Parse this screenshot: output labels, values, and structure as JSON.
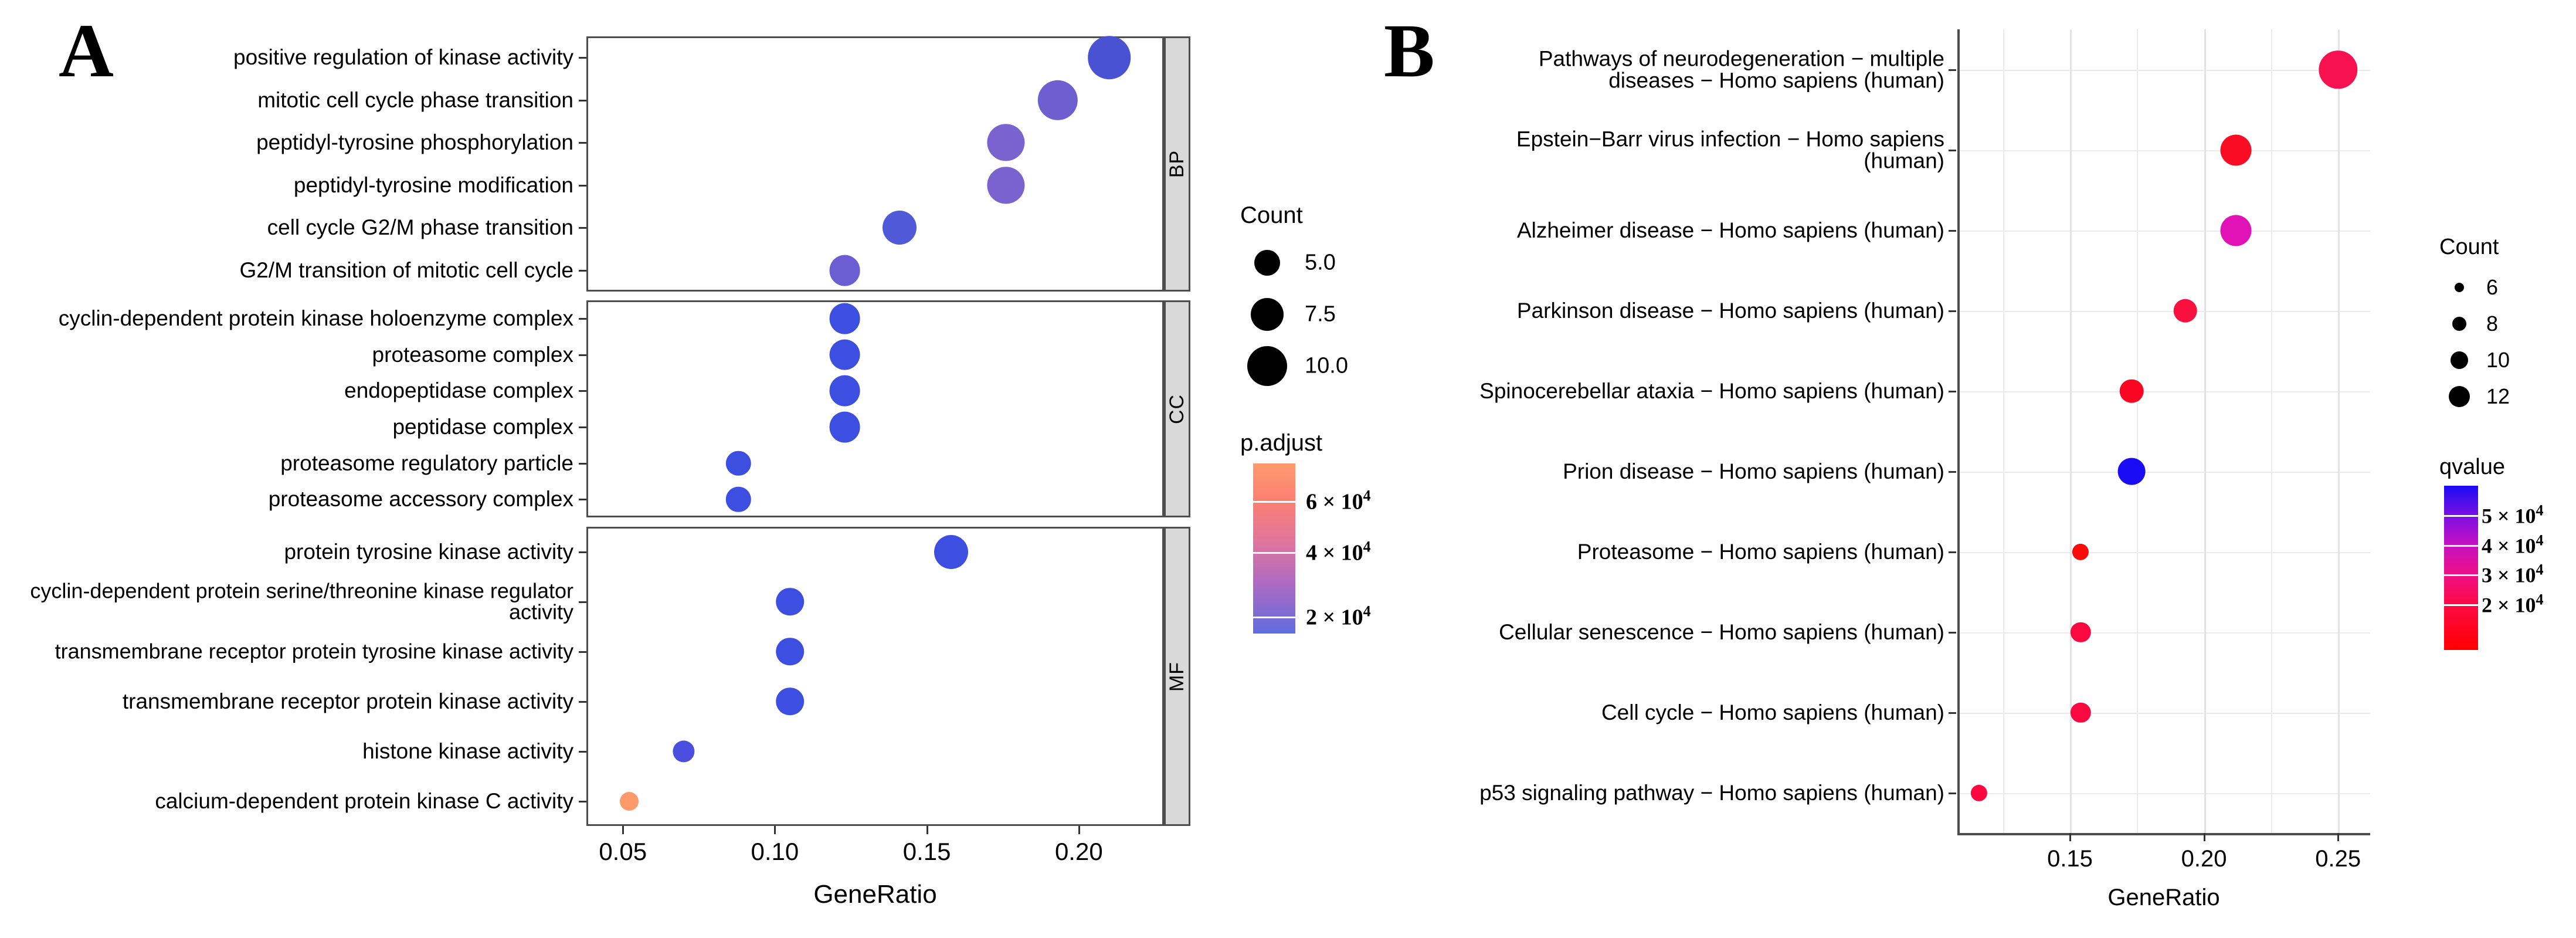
{
  "figure": {
    "panels": [
      {
        "letter": "A",
        "type": "go-enrichment-dotplot"
      },
      {
        "letter": "B",
        "type": "kegg-enrichment-dotplot"
      }
    ]
  },
  "panelA": {
    "letter": "A",
    "xlabel": "GeneRatio",
    "xticks": [
      "0.05",
      "0.10",
      "0.15",
      "0.20"
    ],
    "xtick_values": [
      0.05,
      0.1,
      0.15,
      0.2
    ],
    "xlim": [
      0.038,
      0.228
    ],
    "facets": [
      {
        "name": "BP",
        "strip_label": "BP"
      },
      {
        "name": "CC",
        "strip_label": "CC"
      },
      {
        "name": "MF",
        "strip_label": "MF"
      }
    ],
    "legends": {
      "size": {
        "title": "Count",
        "entries": [
          {
            "label": "5.0",
            "value": 5.0,
            "radius": 22
          },
          {
            "label": "7.5",
            "value": 7.5,
            "radius": 28
          },
          {
            "label": "10.0",
            "value": 10.0,
            "radius": 34
          }
        ]
      },
      "color": {
        "title": "p.adjust",
        "ticks": [
          {
            "mantissa": "6",
            "exponent": "4",
            "value": 60000
          },
          {
            "mantissa": "4",
            "exponent": "4",
            "value": 40000
          },
          {
            "mantissa": "2",
            "exponent": "4",
            "value": 20000
          }
        ],
        "gradient_high": "#fd9668",
        "gradient_mid": "#c униcs",
        "gradient_low": "#5c6fe0"
      }
    }
  },
  "panelB": {
    "letter": "B",
    "xlabel": "GeneRatio",
    "xticks": [
      "0.15",
      "0.20",
      "0.25"
    ],
    "xtick_values": [
      0.15,
      0.2,
      0.25
    ],
    "xlim": [
      0.108,
      0.262
    ],
    "legends": {
      "size": {
        "title": "Count",
        "entries": [
          {
            "label": "6",
            "value": 6,
            "radius": 16
          },
          {
            "label": "8",
            "value": 8,
            "radius": 24
          },
          {
            "label": "10",
            "value": 10,
            "radius": 30
          },
          {
            "label": "12",
            "value": 12,
            "radius": 36
          }
        ]
      },
      "color": {
        "title": "qvalue",
        "ticks": [
          {
            "mantissa": "5",
            "exponent": "4",
            "value": 50000
          },
          {
            "mantissa": "4",
            "exponent": "4",
            "value": 40000
          },
          {
            "mantissa": "3",
            "exponent": "4",
            "value": 30000
          },
          {
            "mantissa": "2",
            "exponent": "4",
            "value": 20000
          }
        ],
        "gradient_high": "#1a0cf5",
        "gradient_mid": "#e3119f",
        "gradient_low": "#ff0000"
      }
    }
  },
  "chart_data": [
    {
      "type": "scatter",
      "panel": "A",
      "title": "",
      "xlabel": "GeneRatio",
      "ylabel": "",
      "xlim": [
        0.038,
        0.228
      ],
      "grid": false,
      "legend_position": "right",
      "size_legend": "Count",
      "color_legend": "p.adjust",
      "facets": [
        "BP",
        "CC",
        "MF"
      ],
      "points": [
        {
          "facet": "BP",
          "label": "positive regulation of kinase activity",
          "x": 0.21,
          "count": 10.0,
          "color": "#4a52d4"
        },
        {
          "facet": "BP",
          "label": "mitotic cell cycle phase transition",
          "x": 0.193,
          "count": 9.0,
          "color": "#6e5fd0"
        },
        {
          "facet": "BP",
          "label": "peptidyl-tyrosine phosphorylation",
          "x": 0.176,
          "count": 8.0,
          "color": "#7a63cf"
        },
        {
          "facet": "BP",
          "label": "peptidyl-tyrosine modification",
          "x": 0.176,
          "count": 8.0,
          "color": "#7a63cf"
        },
        {
          "facet": "BP",
          "label": "cell cycle G2/M phase transition",
          "x": 0.141,
          "count": 7.0,
          "color": "#5059d6"
        },
        {
          "facet": "BP",
          "label": "G2/M transition of mitotic cell cycle",
          "x": 0.123,
          "count": 6.0,
          "color": "#6a5ed2"
        },
        {
          "facet": "CC",
          "label": "cyclin-dependent protein kinase holoenzyme complex",
          "x": 0.123,
          "count": 6.0,
          "color": "#3d4fe0"
        },
        {
          "facet": "CC",
          "label": "proteasome complex",
          "x": 0.123,
          "count": 6.0,
          "color": "#3d4fe0"
        },
        {
          "facet": "CC",
          "label": "endopeptidase complex",
          "x": 0.123,
          "count": 6.0,
          "color": "#3d4fe0"
        },
        {
          "facet": "CC",
          "label": "peptidase complex",
          "x": 0.123,
          "count": 6.0,
          "color": "#3d4fe0"
        },
        {
          "facet": "CC",
          "label": "proteasome regulatory particle",
          "x": 0.088,
          "count": 4.0,
          "color": "#3d4fe0"
        },
        {
          "facet": "CC",
          "label": "proteasome accessory complex",
          "x": 0.088,
          "count": 4.0,
          "color": "#3d4fe0"
        },
        {
          "facet": "MF",
          "label": "protein tyrosine kinase activity",
          "x": 0.158,
          "count": 7.0,
          "color": "#3d4fe0"
        },
        {
          "facet": "MF",
          "label": "cyclin-dependent protein serine/threonine kinase regulator activity",
          "x": 0.105,
          "count": 5.0,
          "color": "#3d4fe0"
        },
        {
          "facet": "MF",
          "label": "transmembrane receptor protein tyrosine kinase activity",
          "x": 0.105,
          "count": 5.0,
          "color": "#3d4fe0"
        },
        {
          "facet": "MF",
          "label": "transmembrane receptor protein kinase activity",
          "x": 0.105,
          "count": 5.0,
          "color": "#3d4fe0"
        },
        {
          "facet": "MF",
          "label": "histone kinase activity",
          "x": 0.07,
          "count": 3.0,
          "color": "#4a4fdd"
        },
        {
          "facet": "MF",
          "label": "calcium-dependent protein kinase C activity",
          "x": 0.052,
          "count": 2.0,
          "color": "#fd9a6c"
        }
      ]
    },
    {
      "type": "scatter",
      "panel": "B",
      "title": "",
      "xlabel": "GeneRatio",
      "ylabel": "",
      "xlim": [
        0.108,
        0.262
      ],
      "grid": true,
      "legend_position": "right",
      "size_legend": "Count",
      "color_legend": "qvalue",
      "points": [
        {
          "label": "Pathways of neurodegeneration - multiple diseases - Homo sapiens (human)",
          "x": 0.25,
          "count": 12,
          "color": "#f71150",
          "qvalue": 21000
        },
        {
          "label": "Epstein-Barr virus infection - Homo sapiens (human)",
          "x": 0.212,
          "count": 10,
          "color": "#fa0c22",
          "qvalue": 20500
        },
        {
          "label": "Alzheimer disease - Homo sapiens (human)",
          "x": 0.212,
          "count": 10,
          "color": "#e112b6",
          "qvalue": 32000
        },
        {
          "label": "Parkinson disease - Homo sapiens (human)",
          "x": 0.193,
          "count": 8,
          "color": "#f9103f",
          "qvalue": 22000
        },
        {
          "label": "Spinocerebellar ataxia - Homo sapiens (human)",
          "x": 0.173,
          "count": 8,
          "color": "#fa0622",
          "qvalue": 20000
        },
        {
          "label": "Prion disease - Homo sapiens (human)",
          "x": 0.173,
          "count": 9,
          "color": "#1a0cf5",
          "qvalue": 52000
        },
        {
          "label": "Proteasome - Homo sapiens (human)",
          "x": 0.154,
          "count": 6,
          "color": "#fb0808",
          "qvalue": 18000
        },
        {
          "label": "Cellular senescence - Homo sapiens (human)",
          "x": 0.154,
          "count": 7,
          "color": "#fa0840",
          "qvalue": 20000
        },
        {
          "label": "Cell cycle - Homo sapiens (human)",
          "x": 0.154,
          "count": 7,
          "color": "#fa0840",
          "qvalue": 20000
        },
        {
          "label": "p53 signaling pathway - Homo sapiens (human)",
          "x": 0.116,
          "count": 6,
          "color": "#fa0840",
          "qvalue": 20000
        }
      ]
    }
  ]
}
